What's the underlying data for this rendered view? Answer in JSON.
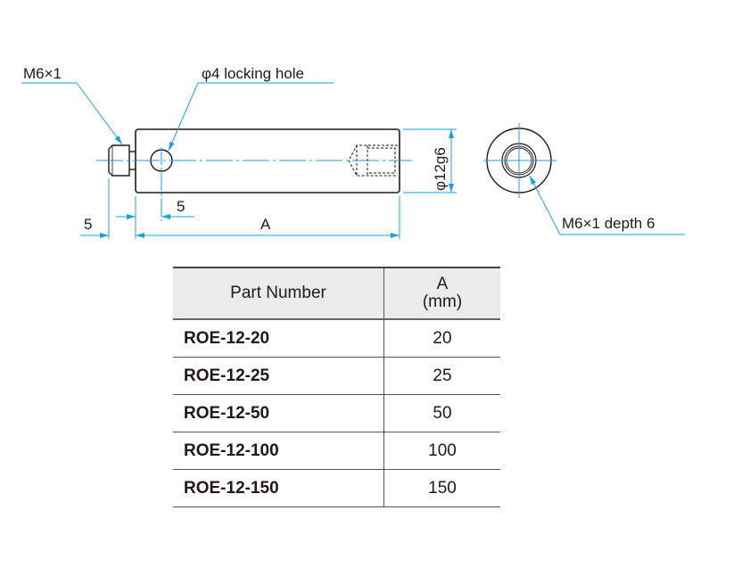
{
  "drawing": {
    "callouts": {
      "thread": "M6×1",
      "locking_hole": "φ4 locking hole",
      "end_thread": "M6×1 depth 6"
    },
    "dimensions": {
      "thread_length": "5",
      "hole_offset": "5",
      "length": "A",
      "diameter": "φ12g6"
    },
    "colors": {
      "dimension_line": "#1aa0dc",
      "outline": "#231815"
    }
  },
  "table": {
    "headers": {
      "part_number": "Part Number",
      "a_line1": "A",
      "a_line2": "(mm)"
    },
    "rows": [
      {
        "part_number": "ROE-12-20",
        "a": "20"
      },
      {
        "part_number": "ROE-12-25",
        "a": "25"
      },
      {
        "part_number": "ROE-12-50",
        "a": "50"
      },
      {
        "part_number": "ROE-12-100",
        "a": "100"
      },
      {
        "part_number": "ROE-12-150",
        "a": "150"
      }
    ]
  }
}
